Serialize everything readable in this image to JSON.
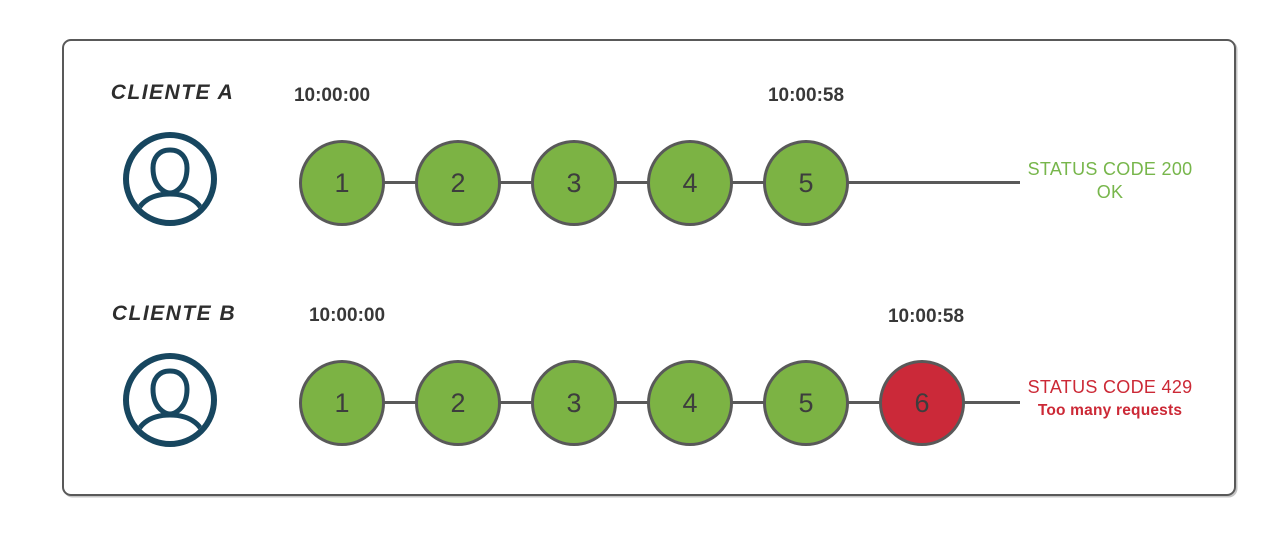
{
  "diagram": {
    "title": "rate-limit-requests-diagram",
    "clients": [
      {
        "name": "CLIENTE A",
        "window_start": "10:00:00",
        "window_end": "10:00:58",
        "requests": [
          {
            "label": "1",
            "state": "allowed"
          },
          {
            "label": "2",
            "state": "allowed"
          },
          {
            "label": "3",
            "state": "allowed"
          },
          {
            "label": "4",
            "state": "allowed"
          },
          {
            "label": "5",
            "state": "allowed"
          }
        ],
        "status": {
          "line1": "STATUS CODE 200",
          "line2": "OK",
          "type": "success"
        }
      },
      {
        "name": "CLIENTE B",
        "window_start": "10:00:00",
        "window_end": "10:00:58",
        "requests": [
          {
            "label": "1",
            "state": "allowed"
          },
          {
            "label": "2",
            "state": "allowed"
          },
          {
            "label": "3",
            "state": "allowed"
          },
          {
            "label": "4",
            "state": "allowed"
          },
          {
            "label": "5",
            "state": "allowed"
          },
          {
            "label": "6",
            "state": "blocked"
          }
        ],
        "status": {
          "line1": "STATUS CODE 429",
          "line2": "Too many requests",
          "type": "error"
        }
      }
    ],
    "colors": {
      "request_allowed": "#7CB344",
      "request_blocked": "#CB2939",
      "success_text": "#77B64B",
      "error_text": "#CC2936",
      "stroke": "#595959",
      "avatar": "#17465F"
    },
    "icons": {
      "avatar": "user-avatar-icon"
    }
  }
}
